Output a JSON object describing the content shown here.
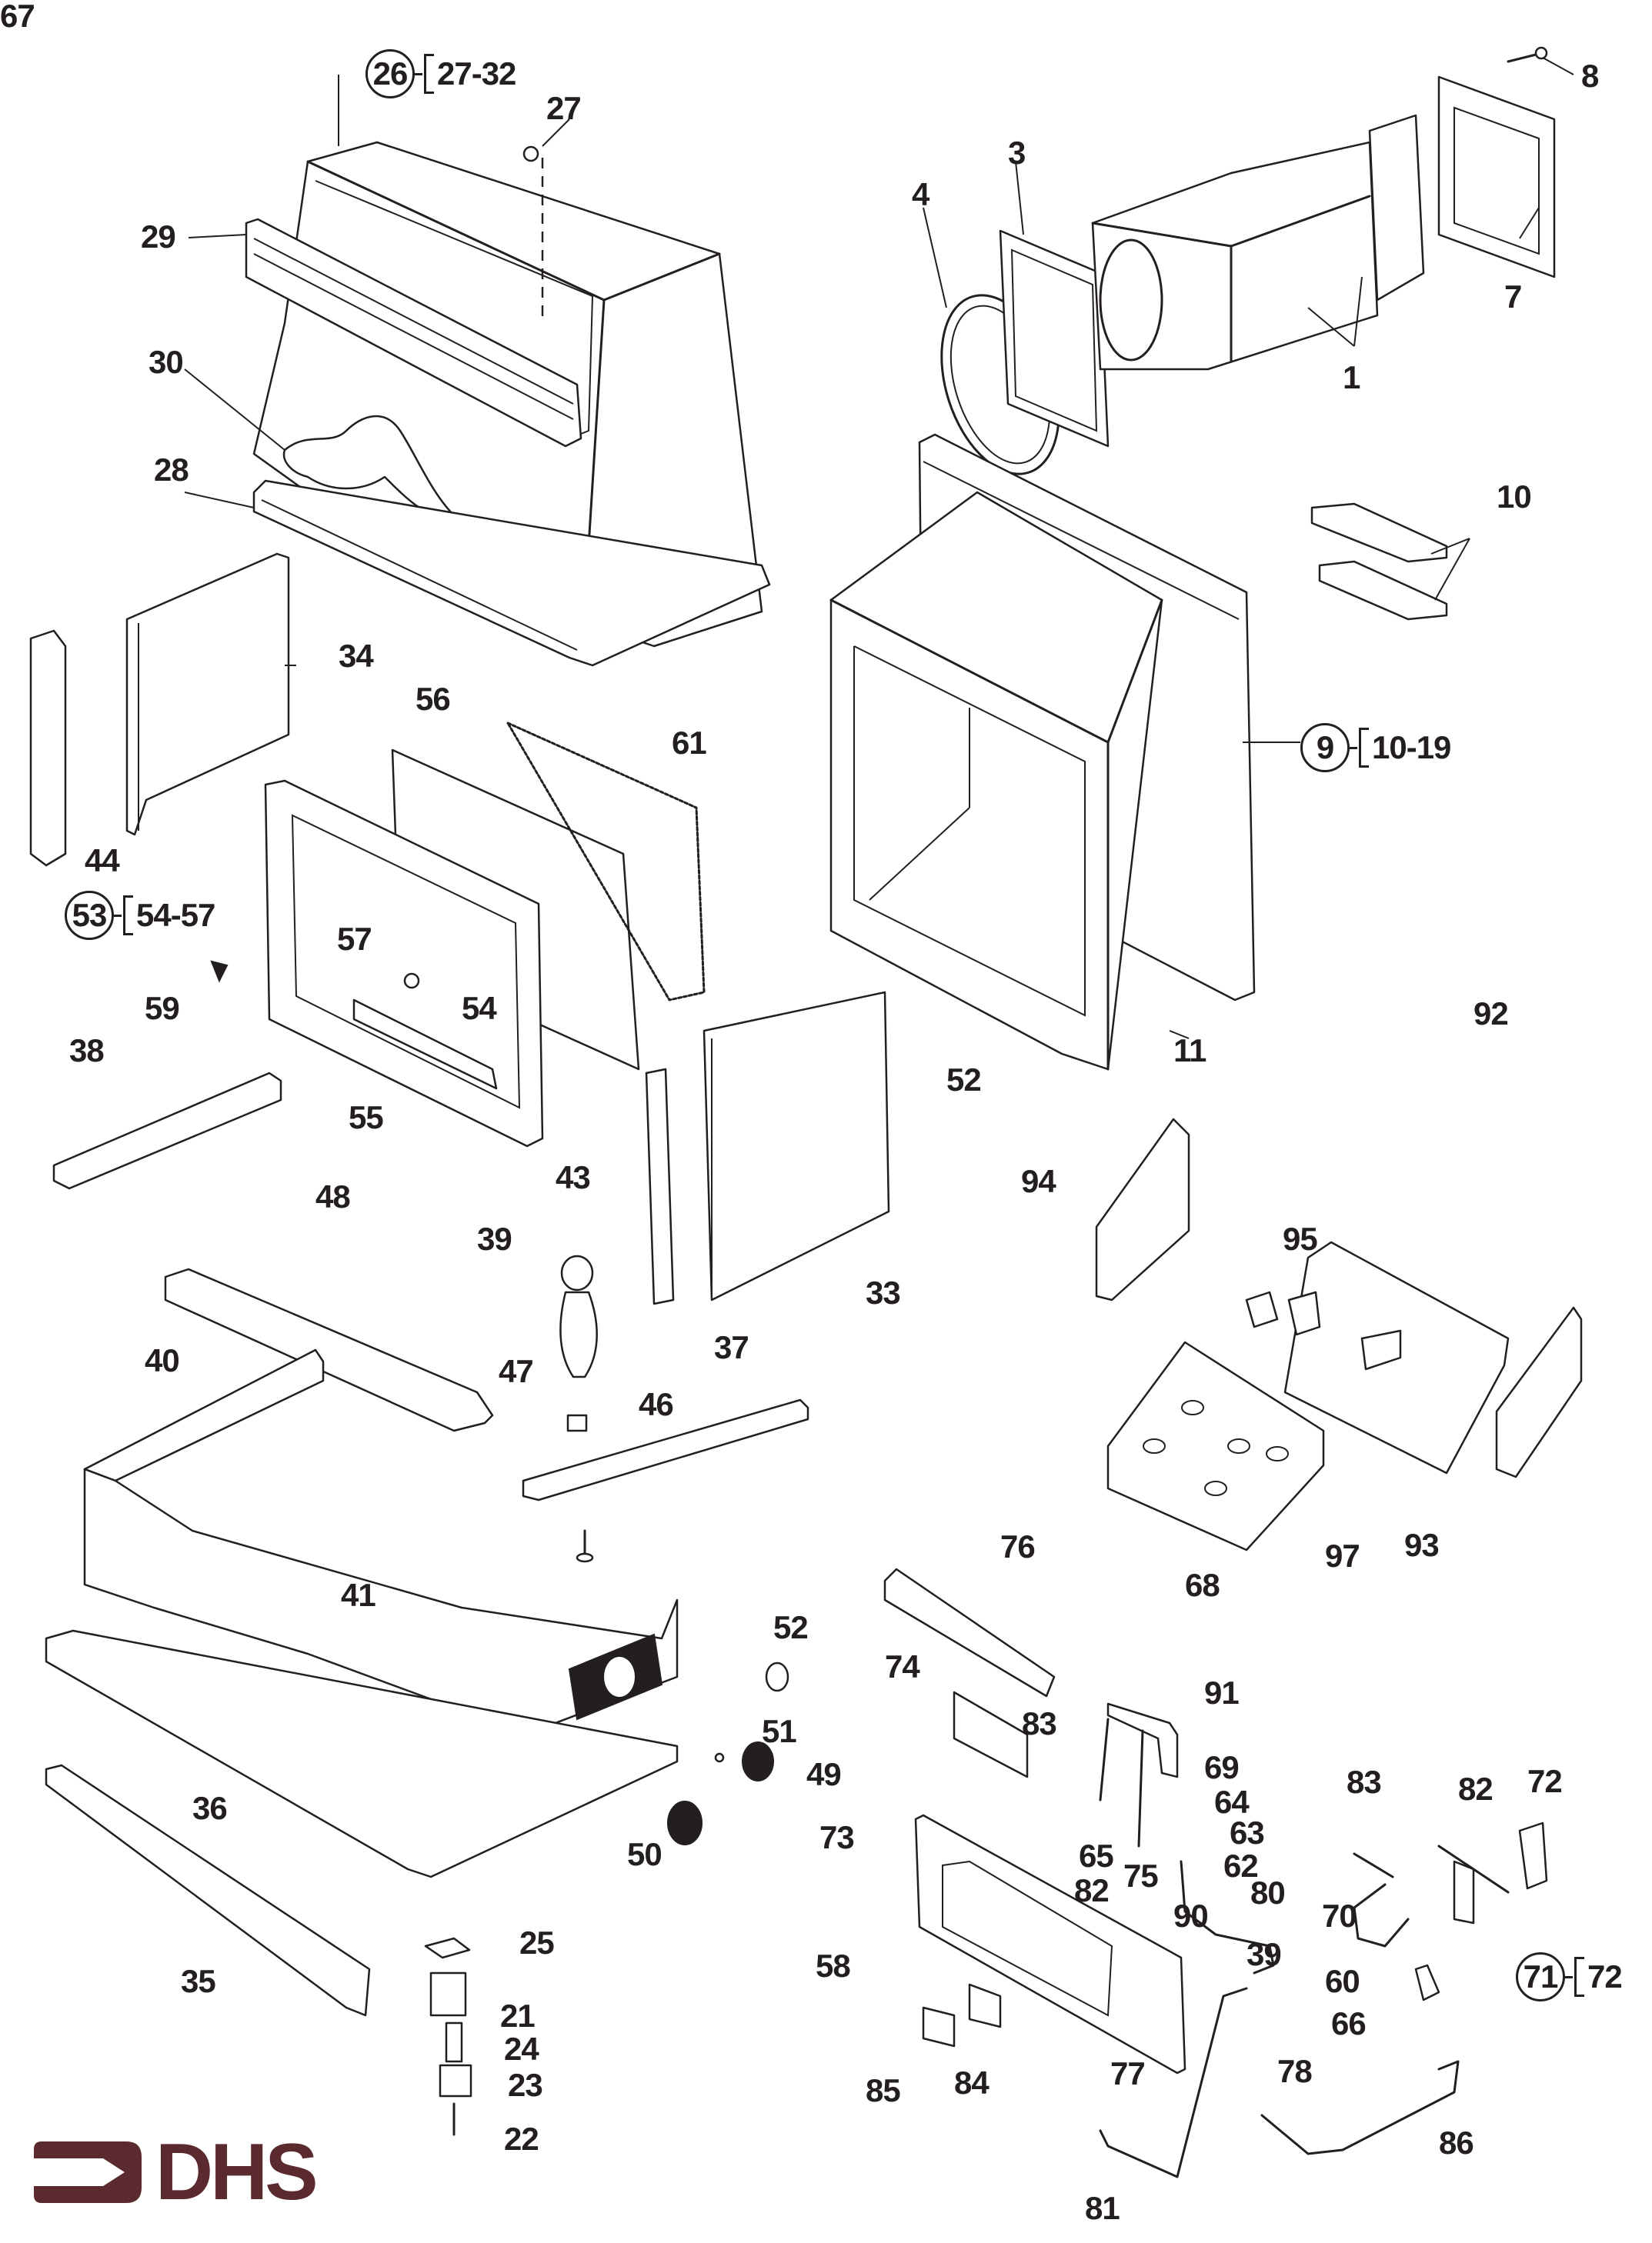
{
  "document": {
    "type": "exploded parts diagram",
    "subject": "gas fire / stove assembly"
  },
  "brand": {
    "logo_text": "DHS",
    "logo_icon": "arrow-bracket-icon",
    "color": "#5a2a2e"
  },
  "colors": {
    "line": "#231f20",
    "background": "#ffffff"
  },
  "assembly_groups": [
    {
      "id": "g26",
      "number": "26",
      "range": "27-32"
    },
    {
      "id": "g9",
      "number": "9",
      "range": "10-19"
    },
    {
      "id": "g53",
      "number": "53",
      "range": "54-57"
    },
    {
      "id": "g71",
      "number": "71",
      "range": "72"
    }
  ],
  "callouts": [
    {
      "id": "c1",
      "label": "1"
    },
    {
      "id": "c3",
      "label": "3"
    },
    {
      "id": "c4",
      "label": "4"
    },
    {
      "id": "c7",
      "label": "7"
    },
    {
      "id": "c8",
      "label": "8"
    },
    {
      "id": "c10",
      "label": "10"
    },
    {
      "id": "c11",
      "label": "11"
    },
    {
      "id": "c21",
      "label": "21"
    },
    {
      "id": "c22",
      "label": "22"
    },
    {
      "id": "c23",
      "label": "23"
    },
    {
      "id": "c24",
      "label": "24"
    },
    {
      "id": "c25",
      "label": "25"
    },
    {
      "id": "c27",
      "label": "27"
    },
    {
      "id": "c28",
      "label": "28"
    },
    {
      "id": "c29",
      "label": "29"
    },
    {
      "id": "c30",
      "label": "30"
    },
    {
      "id": "c33",
      "label": "33"
    },
    {
      "id": "c34",
      "label": "34"
    },
    {
      "id": "c35",
      "label": "35"
    },
    {
      "id": "c36",
      "label": "36"
    },
    {
      "id": "c37",
      "label": "37"
    },
    {
      "id": "c38",
      "label": "38"
    },
    {
      "id": "c39a",
      "label": "39"
    },
    {
      "id": "c39b",
      "label": "39"
    },
    {
      "id": "c40",
      "label": "40"
    },
    {
      "id": "c41",
      "label": "41"
    },
    {
      "id": "c43",
      "label": "43"
    },
    {
      "id": "c44",
      "label": "44"
    },
    {
      "id": "c46",
      "label": "46"
    },
    {
      "id": "c47",
      "label": "47"
    },
    {
      "id": "c48",
      "label": "48"
    },
    {
      "id": "c49",
      "label": "49"
    },
    {
      "id": "c50",
      "label": "50"
    },
    {
      "id": "c51",
      "label": "51"
    },
    {
      "id": "c52a",
      "label": "52"
    },
    {
      "id": "c52b",
      "label": "52"
    },
    {
      "id": "c54",
      "label": "54"
    },
    {
      "id": "c55",
      "label": "55"
    },
    {
      "id": "c56",
      "label": "56"
    },
    {
      "id": "c57",
      "label": "57"
    },
    {
      "id": "c58",
      "label": "58"
    },
    {
      "id": "c59",
      "label": "59"
    },
    {
      "id": "c60",
      "label": "60"
    },
    {
      "id": "c61",
      "label": "61"
    },
    {
      "id": "c62",
      "label": "62"
    },
    {
      "id": "c63",
      "label": "63"
    },
    {
      "id": "c64",
      "label": "64"
    },
    {
      "id": "c65",
      "label": "65"
    },
    {
      "id": "c66",
      "label": "66"
    },
    {
      "id": "c67",
      "label": "67"
    },
    {
      "id": "c68",
      "label": "68"
    },
    {
      "id": "c69",
      "label": "69"
    },
    {
      "id": "c70",
      "label": "70"
    },
    {
      "id": "c72",
      "label": "72"
    },
    {
      "id": "c73",
      "label": "73"
    },
    {
      "id": "c74",
      "label": "74"
    },
    {
      "id": "c75",
      "label": "75"
    },
    {
      "id": "c76",
      "label": "76"
    },
    {
      "id": "c77",
      "label": "77"
    },
    {
      "id": "c78",
      "label": "78"
    },
    {
      "id": "c80",
      "label": "80"
    },
    {
      "id": "c81",
      "label": "81"
    },
    {
      "id": "c82a",
      "label": "82"
    },
    {
      "id": "c82b",
      "label": "82"
    },
    {
      "id": "c83a",
      "label": "83"
    },
    {
      "id": "c83b",
      "label": "83"
    },
    {
      "id": "c84",
      "label": "84"
    },
    {
      "id": "c85",
      "label": "85"
    },
    {
      "id": "c86",
      "label": "86"
    },
    {
      "id": "c90",
      "label": "90"
    },
    {
      "id": "c91",
      "label": "91"
    },
    {
      "id": "c92",
      "label": "92"
    },
    {
      "id": "c93",
      "label": "93"
    },
    {
      "id": "c94",
      "label": "94"
    },
    {
      "id": "c95",
      "label": "95"
    },
    {
      "id": "c97",
      "label": "97"
    }
  ]
}
